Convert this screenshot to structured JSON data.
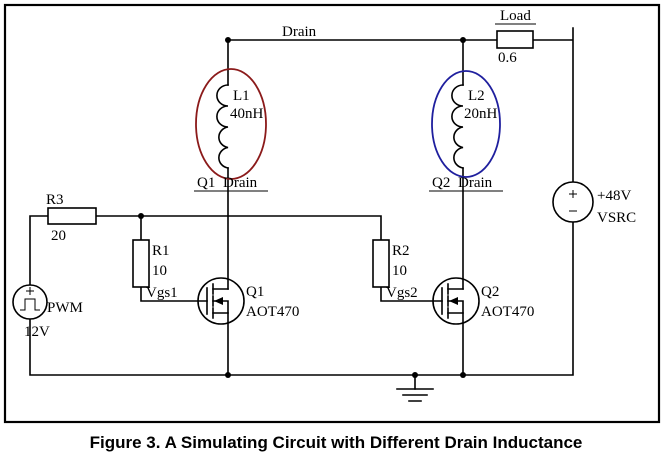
{
  "figure": {
    "caption": "Figure 3. A Simulating Circuit with Different Drain Inductance"
  },
  "circuit": {
    "top_net_label": "Drain",
    "load": {
      "name": "Load",
      "value": "0.6"
    },
    "inductors": {
      "l1": {
        "name": "L1",
        "value": "40nH",
        "highlight": "#8b1a1a"
      },
      "l2": {
        "name": "L2",
        "value": "20nH",
        "highlight": "#1f1f9e"
      }
    },
    "drain_nodes": {
      "q1": {
        "ref": "Q1",
        "net": "Drain"
      },
      "q2": {
        "ref": "Q2",
        "net": "Drain"
      }
    },
    "resistors": {
      "r1": {
        "name": "R1",
        "value": "10"
      },
      "r2": {
        "name": "R2",
        "value": "10"
      },
      "r3": {
        "name": "R3",
        "value": "20"
      }
    },
    "gate_nets": {
      "vgs1": "Vgs1",
      "vgs2": "Vgs2"
    },
    "transistors": {
      "q1": {
        "name": "Q1",
        "part": "AOT470"
      },
      "q2": {
        "name": "Q2",
        "part": "AOT470"
      }
    },
    "sources": {
      "pwm": {
        "name": "PWM",
        "value": "12V"
      },
      "vsrc": {
        "value": "+48V",
        "name": "VSRC"
      }
    }
  }
}
